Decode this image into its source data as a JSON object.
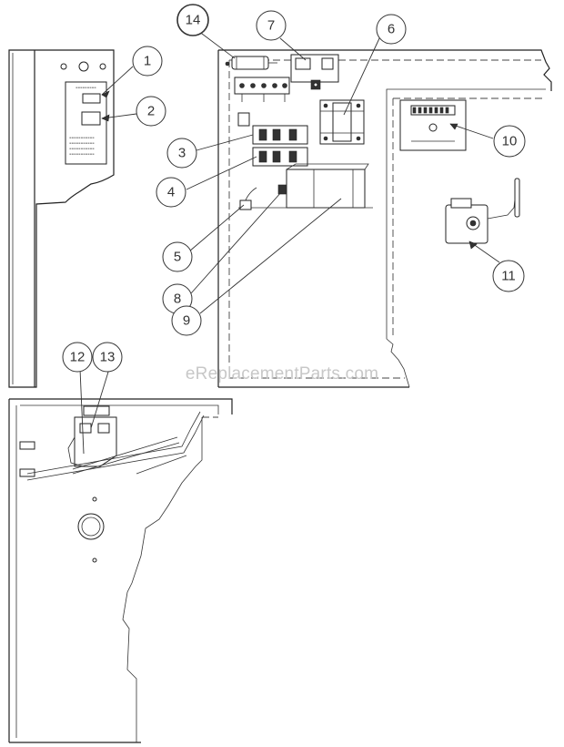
{
  "callouts": [
    {
      "id": "1",
      "label": "1"
    },
    {
      "id": "2",
      "label": "2"
    },
    {
      "id": "3",
      "label": "3"
    },
    {
      "id": "4",
      "label": "4"
    },
    {
      "id": "5",
      "label": "5"
    },
    {
      "id": "6",
      "label": "6"
    },
    {
      "id": "7",
      "label": "7"
    },
    {
      "id": "8",
      "label": "8"
    },
    {
      "id": "9",
      "label": "9"
    },
    {
      "id": "10",
      "label": "10"
    },
    {
      "id": "11",
      "label": "11"
    },
    {
      "id": "12",
      "label": "12"
    },
    {
      "id": "13",
      "label": "13"
    },
    {
      "id": "14",
      "label": "14"
    }
  ],
  "watermark": "eReplacementParts.com"
}
